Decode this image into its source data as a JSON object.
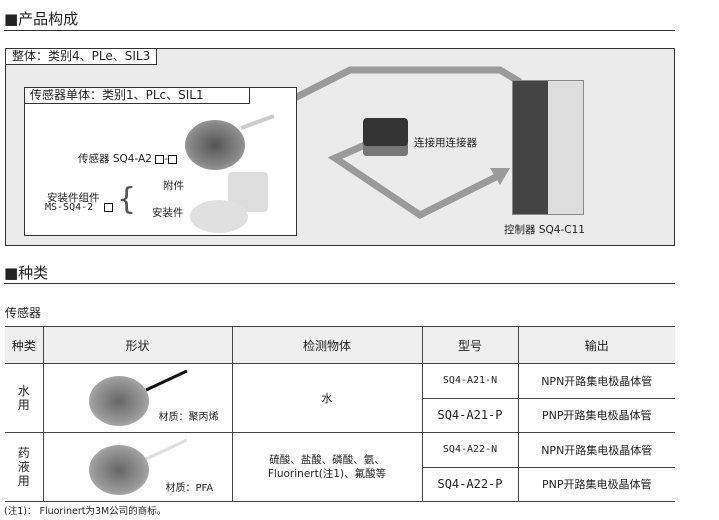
{
  "section1": {
    "title": "■产品构成",
    "overall_label": "整体：类别4、PLe、SIL3",
    "sensor_unit_label": "传感器单体：类别1、PLc、SIL1",
    "sensor_label": "传感器 SQ4-A2",
    "sensor_sep": "-",
    "mount_kit_label": "安装件组件",
    "mount_kit_model": "MS-SQ4-2",
    "accessory_label": "附件",
    "mount_label": "安装件",
    "connector_label": "连接用连接器",
    "controller_label": "控制器 SQ4-C11"
  },
  "section2": {
    "title": "■种类",
    "subtitle": "传感器",
    "headers": [
      "种类",
      "形状",
      "检测物体",
      "型号",
      "输出"
    ],
    "groups": [
      {
        "type": "水用",
        "material": "材质：聚丙烯",
        "object": "水",
        "rows": [
          {
            "model": "SQ4-A21-N",
            "output": "NPN开路集电极晶体管"
          },
          {
            "model": "SQ4-A21-P",
            "output": "PNP开路集电极晶体管"
          }
        ]
      },
      {
        "type": "药液用",
        "material": "材质：PFA",
        "object_line1": "硫酸、盐酸、磷酸、氨、",
        "object_line2": "Fluorinert(注1)、氟酸等",
        "rows": [
          {
            "model": "SQ4-A22-N",
            "output": "NPN开路集电极晶体管"
          },
          {
            "model": "SQ4-A22-P",
            "output": "PNP开路集电极晶体管"
          }
        ]
      }
    ],
    "note": "(注1)： Fluorinert为3M公司的商标。"
  }
}
